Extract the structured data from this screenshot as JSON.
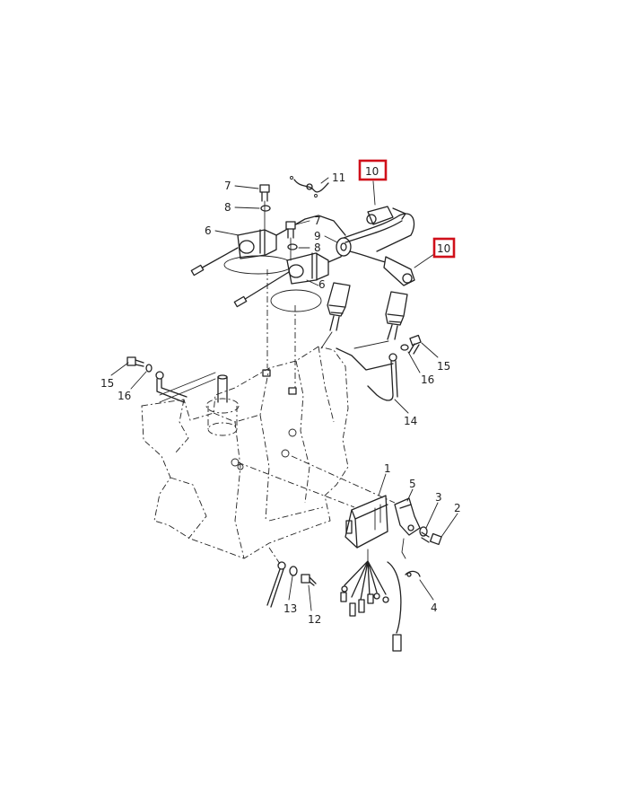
{
  "callouts": [
    {
      "id": "c1",
      "text": "1"
    },
    {
      "id": "c2",
      "text": "2"
    },
    {
      "id": "c3",
      "text": "3"
    },
    {
      "id": "c4",
      "text": "4"
    },
    {
      "id": "c5",
      "text": "5"
    },
    {
      "id": "c6a",
      "text": "6"
    },
    {
      "id": "c6b",
      "text": "6"
    },
    {
      "id": "c7a",
      "text": "7"
    },
    {
      "id": "c7b",
      "text": "7"
    },
    {
      "id": "c8a",
      "text": "8"
    },
    {
      "id": "c8b",
      "text": "8"
    },
    {
      "id": "c9",
      "text": "9"
    },
    {
      "id": "c10a",
      "text": "10"
    },
    {
      "id": "c10b",
      "text": "10"
    },
    {
      "id": "c11",
      "text": "11"
    },
    {
      "id": "c12",
      "text": "12"
    },
    {
      "id": "c13",
      "text": "13"
    },
    {
      "id": "c14",
      "text": "14"
    },
    {
      "id": "c15a",
      "text": "15"
    },
    {
      "id": "c15b",
      "text": "15"
    },
    {
      "id": "c16a",
      "text": "16"
    },
    {
      "id": "c16b",
      "text": "16"
    }
  ],
  "highlight_color": "#d0101a",
  "line_color": "#222222"
}
